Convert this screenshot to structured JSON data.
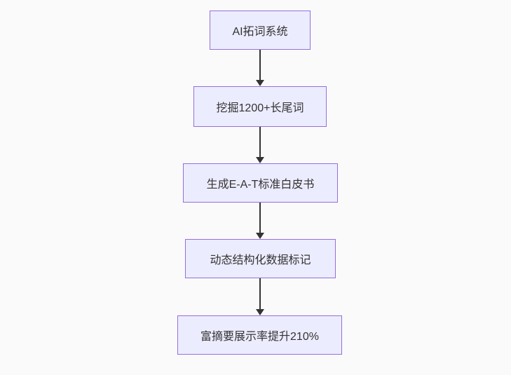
{
  "diagram": {
    "type": "flowchart-top-down",
    "nodes": [
      {
        "id": "1",
        "label": "AI拓词系统"
      },
      {
        "id": "2",
        "label": "挖掘1200+长尾词"
      },
      {
        "id": "3",
        "label": "生成E-A-T标准白皮书"
      },
      {
        "id": "4",
        "label": "动态结构化数据标记"
      },
      {
        "id": "5",
        "label": "富摘要展示率提升210%"
      }
    ],
    "edges": [
      {
        "from": "1",
        "to": "2"
      },
      {
        "from": "2",
        "to": "3"
      },
      {
        "from": "3",
        "to": "4"
      },
      {
        "from": "4",
        "to": "5"
      }
    ],
    "colors": {
      "node_fill": "#ECECFF",
      "node_border": "#9370DB",
      "arrow": "#333333",
      "text": "#333333",
      "background": "#fafafa"
    }
  }
}
